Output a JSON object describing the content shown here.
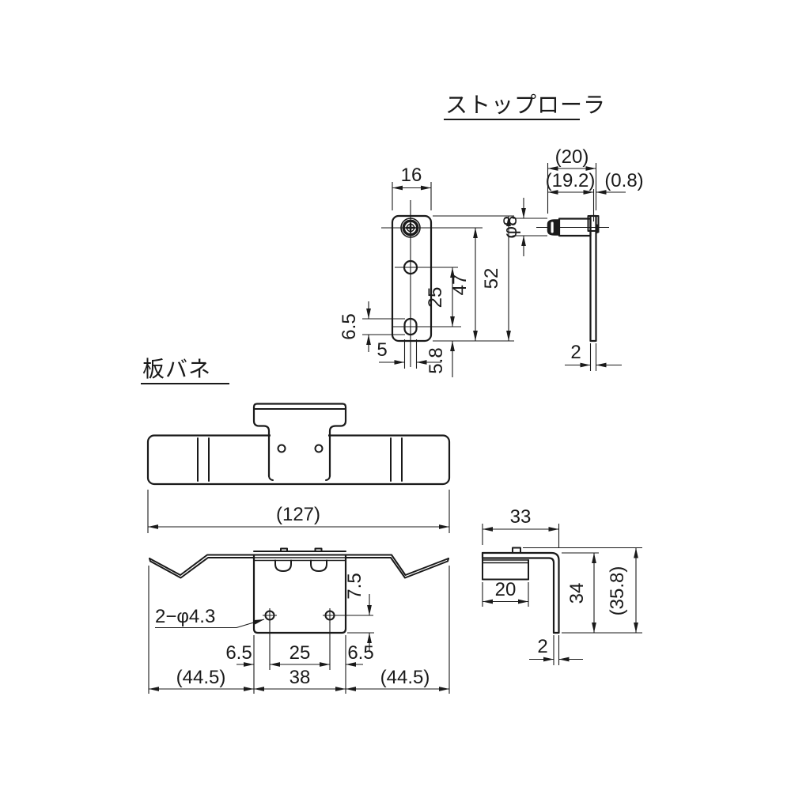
{
  "drawing": {
    "background": "#ffffff",
    "ink": "#1a1a1a",
    "stop_roller": {
      "title": "ストップローラ",
      "front": {
        "width": "16",
        "roller_dia": "φ8",
        "hole_pitch": "25",
        "roller_to_bottom": "47",
        "overall_height": "52",
        "slot_height": "6.5",
        "slot_width": "5",
        "slot_offset_bottom": "5.8"
      },
      "side": {
        "overall_depth": "(20)",
        "roller_length": "(19.2)",
        "protrusion": "(0.8)",
        "plate_thickness": "2"
      }
    },
    "leaf_spring": {
      "title": "板バネ",
      "top": {
        "overall_length": "(127)"
      },
      "front": {
        "hole_callout": "2−φ4.3",
        "hole_to_bottom": "7.5",
        "edge_left": "6.5",
        "hole_pitch": "25",
        "edge_right": "6.5",
        "wing_left": "(44.5)",
        "bracket_width": "38",
        "wing_right": "(44.5)"
      },
      "side": {
        "depth": "33",
        "clamp_width": "20",
        "leg_height": "34",
        "overall_height": "(35.8)",
        "thickness": "2"
      }
    }
  }
}
